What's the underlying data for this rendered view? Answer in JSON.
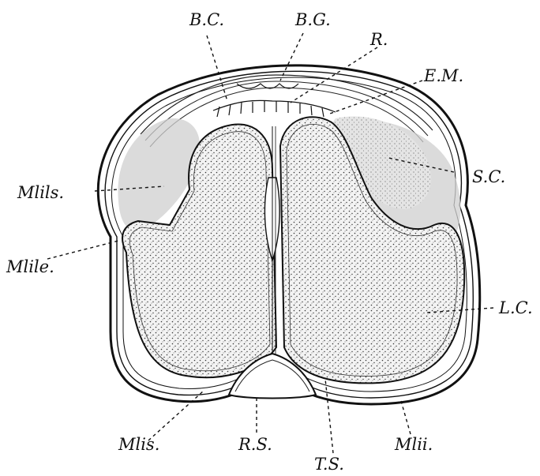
{
  "figure": {
    "labels": {
      "bc": "B.C.",
      "bg": "B.G.",
      "r": "R.",
      "em": "E.M.",
      "sc": "S.C.",
      "mlils": "Mlils.",
      "mlile": "Mlile.",
      "lc": "L.C.",
      "mlis": "Mlis.",
      "rs": "R.S.",
      "mlii": "Mlii.",
      "ts": "T.S."
    }
  }
}
